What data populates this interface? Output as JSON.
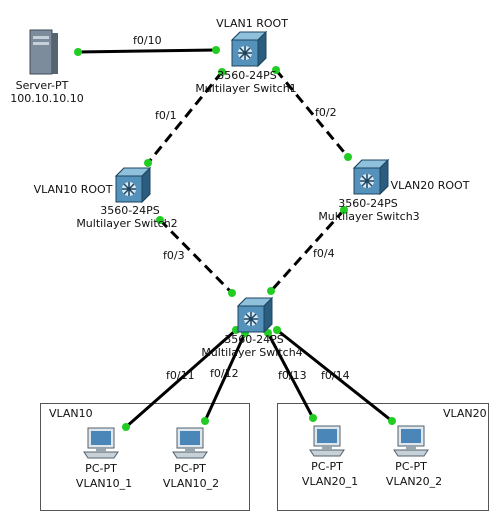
{
  "server": {
    "type": "Server-PT",
    "ip": "100.10.10.10"
  },
  "switches": {
    "sw1": {
      "model": "3560-24PS",
      "name": "Multilayer Switch1",
      "role": "VLAN1 ROOT"
    },
    "sw2": {
      "model": "3560-24PS",
      "name": "Multilayer Switch2",
      "role": "VLAN10 ROOT"
    },
    "sw3": {
      "model": "3560-24PS",
      "name": "Multilayer Switch3",
      "role": "VLAN20 ROOT"
    },
    "sw4": {
      "model": "3560-24PS",
      "name": "Multilayer Switch4"
    }
  },
  "links": {
    "server_sw1": "f0/10",
    "sw1_sw2": "f0/1",
    "sw1_sw3": "f0/2",
    "sw2_sw4": "f0/3",
    "sw3_sw4": "f0/4",
    "pc1": "f0/11",
    "pc2": "f0/12",
    "pc3": "f0/13",
    "pc4": "f0/14"
  },
  "vlans": {
    "vlan10": "VLAN10",
    "vlan20": "VLAN20"
  },
  "pcs": [
    {
      "type": "PC-PT",
      "name": "VLAN10_1"
    },
    {
      "type": "PC-PT",
      "name": "VLAN10_2"
    },
    {
      "type": "PC-PT",
      "name": "VLAN20_1"
    },
    {
      "type": "PC-PT",
      "name": "VLAN20_2"
    }
  ],
  "colors": {
    "link": "#000000",
    "port_up": "#22cc22",
    "switch": "#3b7ea5",
    "pc": "#4a86b8"
  }
}
